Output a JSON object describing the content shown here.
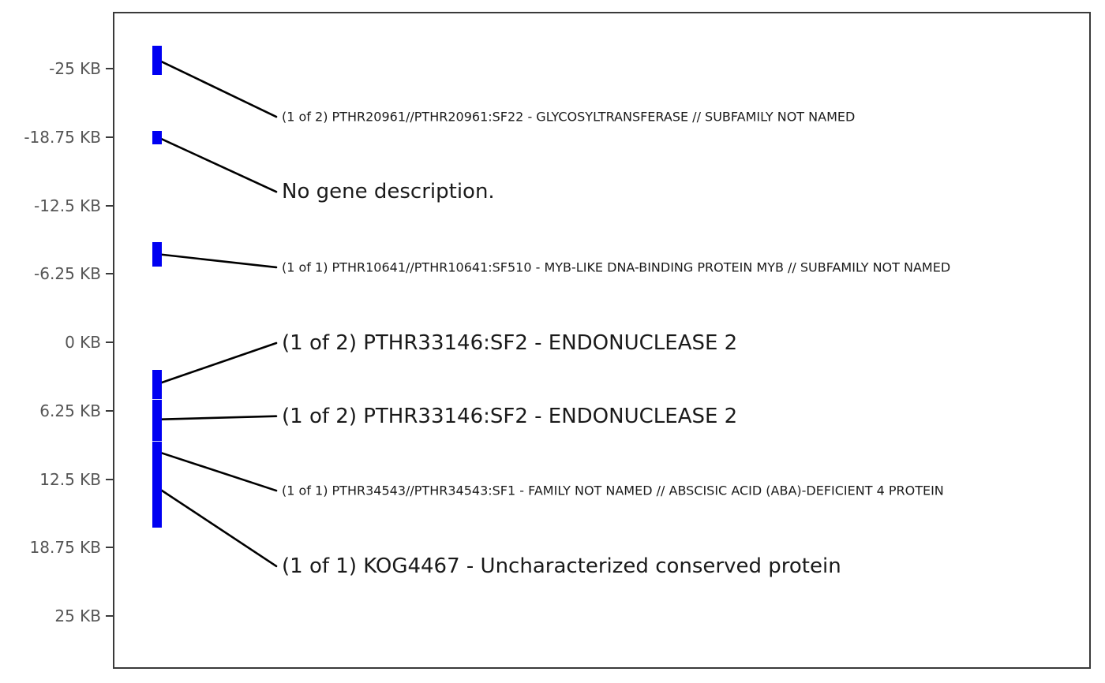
{
  "chart_data": {
    "type": "gene-annotation-track",
    "description": "Vertical genomic neighborhood plot: KB offset axis on the left, blue gene feature bars inside the plot, black leader lines pointing to gene annotation labels",
    "orientation": "vertical",
    "axis": {
      "unit": "KB",
      "tick_values": [
        -25,
        -18.75,
        -12.5,
        -6.25,
        0,
        6.25,
        12.5,
        18.75,
        25
      ],
      "tick_labels": [
        "-25 KB",
        "-18.75 KB",
        "-12.5 KB",
        "-6.25 KB",
        "0 KB",
        "6.25 KB",
        "12.5 KB",
        "18.75 KB",
        "25 KB"
      ],
      "ylim": [
        -30.2,
        30.0
      ],
      "grid": false,
      "side": "left"
    },
    "features": [
      {
        "kb_start": -27.1,
        "kb_end": -24.4,
        "line_from_kb": -25.8,
        "label_at_kb": -20.6,
        "label_size": "small",
        "separator_top": false,
        "label": "(1 of 2) PTHR20961//PTHR20961:SF22 - GLYCOSYLTRANSFERASE // SUBFAMILY NOT NAMED"
      },
      {
        "kb_start": -19.3,
        "kb_end": -18.1,
        "line_from_kb": -18.73,
        "label_at_kb": -13.75,
        "label_size": "large",
        "separator_top": false,
        "label": "No gene description."
      },
      {
        "kb_start": -9.15,
        "kb_end": -6.9,
        "line_from_kb": -8.05,
        "label_at_kb": -6.85,
        "label_size": "small",
        "separator_top": false,
        "label": "(1 of 1) PTHR10641//PTHR10641:SF510 - MYB-LIKE DNA-BINDING PROTEIN MYB // SUBFAMILY NOT NAMED"
      },
      {
        "kb_start": 2.5,
        "kb_end": 5.2,
        "line_from_kb": 3.8,
        "label_at_kb": 0.07,
        "label_size": "large",
        "separator_top": false,
        "label": "(1 of 2) PTHR33146:SF2 - ENDONUCLEASE 2"
      },
      {
        "kb_start": 5.2,
        "kb_end": 9.0,
        "line_from_kb": 7.05,
        "label_at_kb": 6.75,
        "label_size": "large",
        "separator_top": true,
        "label": "(1 of 2) PTHR33146:SF2 - ENDONUCLEASE 2"
      },
      {
        "kb_start": 9.0,
        "kb_end": 12.9,
        "line_from_kb": 10.0,
        "label_at_kb": 13.55,
        "label_size": "small",
        "separator_top": true,
        "label": "(1 of 1) PTHR34543//PTHR34543:SF1 - FAMILY NOT NAMED // ABSCISIC ACID (ABA)-DEFICIENT 4 PROTEIN"
      },
      {
        "kb_start": 12.9,
        "kb_end": 16.9,
        "line_from_kb": 13.3,
        "label_at_kb": 20.45,
        "label_size": "large",
        "separator_top": false,
        "label": "(1 of 1) KOG4467 - Uncharacterized conserved protein"
      }
    ],
    "colors": {
      "feature_fill": "#0000f2",
      "leader_line": "#000000",
      "tick_label": "#555555",
      "axis_border": "#3a3a3a",
      "label_text": "#1a1a1a",
      "background": "#ffffff"
    }
  }
}
